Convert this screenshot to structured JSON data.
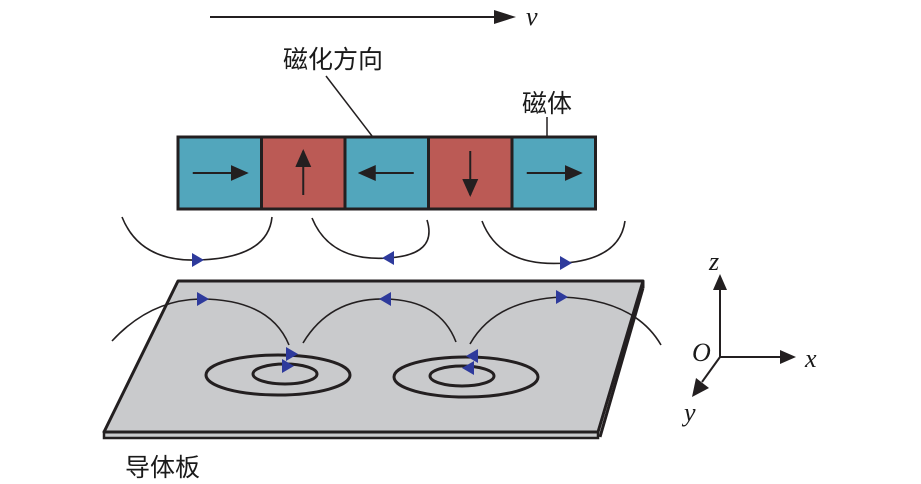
{
  "diagram": {
    "velocity_label": "v",
    "magnetization_label": "磁化方向",
    "magnet_label": "磁体",
    "plate_label": "导体板",
    "axes": {
      "origin": "O",
      "x": "x",
      "y": "y",
      "z": "z"
    },
    "magnets": [
      {
        "color": "teal",
        "direction": "right"
      },
      {
        "color": "red",
        "direction": "up"
      },
      {
        "color": "teal",
        "direction": "left"
      },
      {
        "color": "red",
        "direction": "down"
      },
      {
        "color": "teal",
        "direction": "right"
      }
    ],
    "colors": {
      "teal": "#52a6bc",
      "red": "#bb5a55",
      "plate": "#c9cacc",
      "flux_arrow": "#2e3a9c",
      "stroke": "#231f20"
    }
  }
}
